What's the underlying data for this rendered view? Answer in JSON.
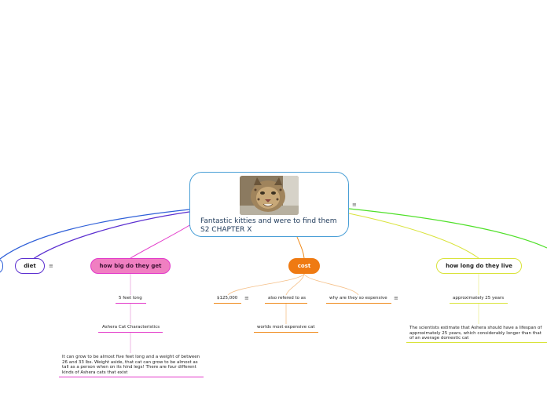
{
  "central": {
    "title_line1": "Fantastic kitties and were to find them",
    "title_line2": "S2 CHAPTER X",
    "image": "cat-photo",
    "notes_icon": "≡"
  },
  "topics": {
    "diet": {
      "label": "diet",
      "color": "#5b2fd0"
    },
    "big": {
      "label": "how big do they get",
      "color": "#e238c9",
      "fill": "#f07fc1"
    },
    "cost": {
      "label": "cost",
      "color": "#ef7a12"
    },
    "live": {
      "label": "how long do they live",
      "color": "#d9e33a"
    }
  },
  "big_children": {
    "c1": "5 feet long",
    "c2": "Ashera Cat Characteristics",
    "c3": "It can grow to be almost five feet long and a weight of between 26 and 33 lbs. Weight aside, that cat can grow to be almost as tall as a person when on its hind legs! There are four different kinds of Ashera cats that exist"
  },
  "cost_children": {
    "c1": "$125,000",
    "c2": "also refered to as",
    "c3": "why are they so expensive",
    "c4": "worlds most expensive cat"
  },
  "live_children": {
    "c1": "approximately 25 years",
    "c2": "The scientists estimate that Ashera should have a lifespan of approximately 25 years, which considerably longer than that of an average domestic cat"
  },
  "icons": {
    "notes": "≡"
  },
  "colors": {
    "blue": "#2e5fd8",
    "diet": "#5b2fd0",
    "big": "#e238c9",
    "cost": "#ef8a1a",
    "live": "#d9e33a",
    "green": "#4fe028",
    "central_border": "#4a9fd6"
  }
}
